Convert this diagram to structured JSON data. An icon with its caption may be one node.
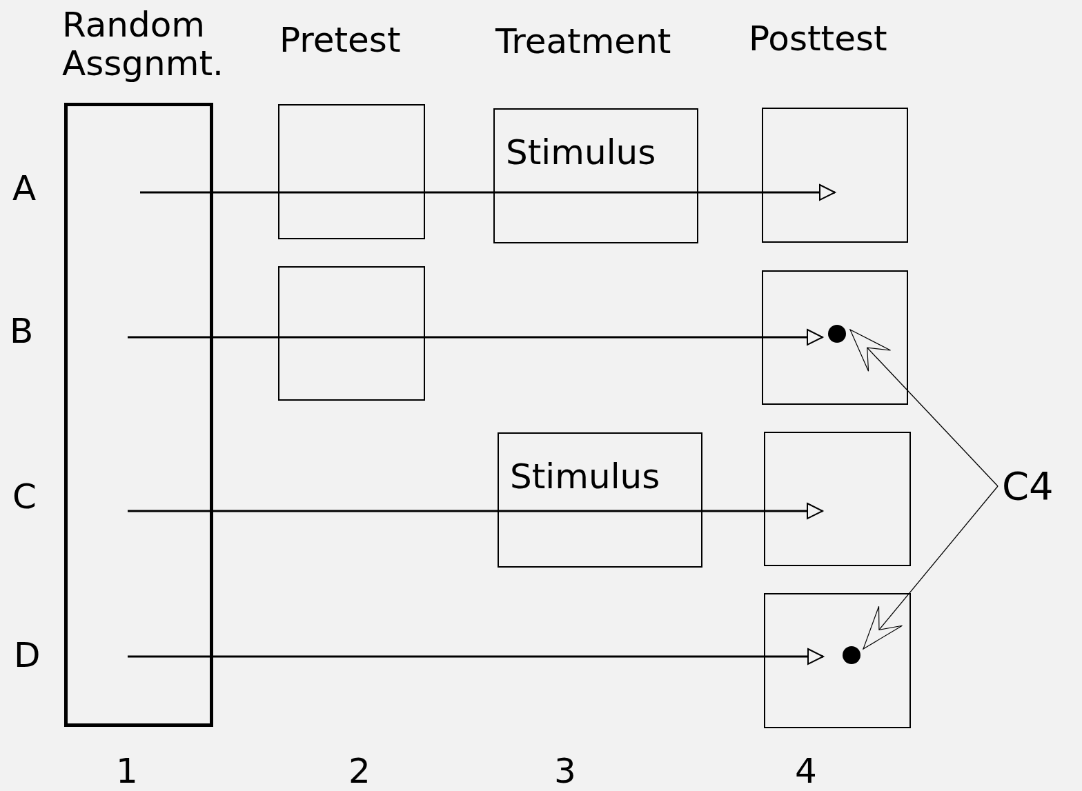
{
  "diagram": {
    "nodes": [
      {
        "text": [],
        "shape": "box"
      },
      {
        "text": [],
        "shape": "box"
      },
      {
        "text": [
          "Stimulus"
        ]
      },
      {
        "text": [],
        "shape": "box"
      },
      {
        "text": [],
        "shape": "box"
      },
      {
        "text": [],
        "shape": "box"
      },
      {
        "text": [],
        "shape": "circle",
        "in": 5
      },
      {
        "text": [
          "Stimulus"
        ]
      },
      {
        "text": [],
        "shape": "box"
      },
      {
        "text": [],
        "shape": "box"
      },
      {
        "text": [],
        "shape": "circle",
        "in": 9
      },
      {
        "text": [
          "C4"
        ]
      }
    ],
    "edges": [
      {
        "from": 0,
        "to": 1,
        "arrow": "none"
      },
      {
        "from": 1,
        "to": 2,
        "arrow": "none"
      },
      {
        "from": 2,
        "to": 3,
        "arrow": "to"
      },
      {
        "from": 0,
        "to": 4,
        "arrow": "none"
      },
      {
        "from": 4,
        "to": 6,
        "arrow": "to"
      },
      {
        "from": 0,
        "to": 7,
        "arrow": "none"
      },
      {
        "from": 7,
        "to": 8,
        "arrow": "to"
      },
      {
        "from": 0,
        "to": 10,
        "arrow": "to"
      },
      {
        "from": 11,
        "to": 6,
        "arrow": "to"
      },
      {
        "from": 11,
        "to": 10,
        "arrow": "to"
      }
    ],
    "labels": [
      "Random Assgnmt.",
      "Pretest",
      "Treatment",
      "Posttest",
      "A",
      "B",
      "C",
      "D",
      "1",
      "2",
      "3",
      "4"
    ]
  }
}
